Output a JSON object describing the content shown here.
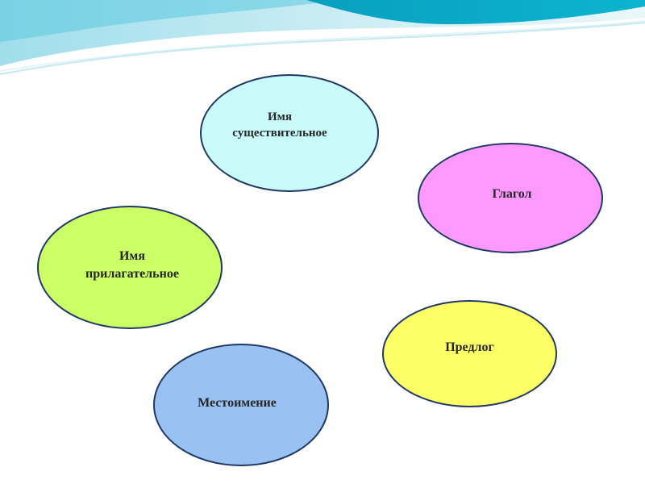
{
  "diagram": {
    "nodes": [
      {
        "id": "noun",
        "label": "Имя\nсуществительное",
        "color": "#c9fbfb"
      },
      {
        "id": "verb",
        "label": "Глагол",
        "color": "#ff99ff"
      },
      {
        "id": "adjective",
        "label": "Имя\nприлагательное",
        "color": "#ccff66"
      },
      {
        "id": "preposition",
        "label": "Предлог",
        "color": "#ffff66"
      },
      {
        "id": "pronoun",
        "label": "Местоимение",
        "color": "#99c2f2"
      }
    ],
    "border_color": "#1f3864"
  },
  "colors": {
    "wave_dark": "#0aa7c6",
    "wave_mid": "#39c4dc",
    "wave_light": "#b5e6ef"
  }
}
